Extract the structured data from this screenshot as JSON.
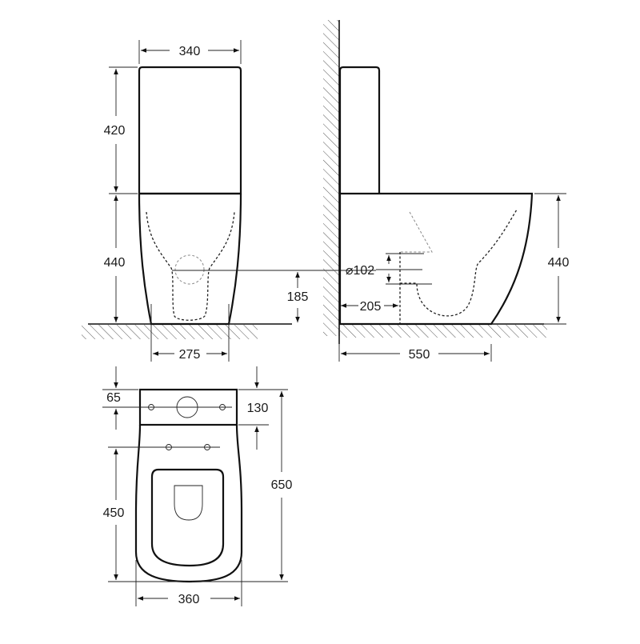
{
  "diagram": {
    "subject": "Close-coupled toilet dimension drawing",
    "units": "mm",
    "views": [
      {
        "name": "front-view",
        "dimensions": {
          "tank_width": "340",
          "tank_height": "420",
          "bowl_height": "440",
          "outlet_center_height": "185",
          "base_width": "275"
        }
      },
      {
        "name": "side-view",
        "dimensions": {
          "outlet_diameter": "⌀102",
          "outlet_from_wall": "205",
          "bowl_height": "440",
          "total_depth": "550"
        }
      },
      {
        "name": "top-view",
        "dimensions": {
          "tank_hole_offset": "65",
          "tank_depth": "130",
          "fixing_to_front": "450",
          "total_length": "650",
          "width": "360"
        }
      }
    ]
  },
  "labels": {
    "d340": "340",
    "d420": "420",
    "d440_front": "440",
    "d185": "185",
    "d275": "275",
    "d102": "⌀102",
    "d205": "205",
    "d440_side": "440",
    "d550": "550",
    "d65": "65",
    "d130": "130",
    "d650": "650",
    "d450": "450",
    "d360": "360"
  },
  "colors": {
    "line": "#111111",
    "background": "#ffffff"
  }
}
